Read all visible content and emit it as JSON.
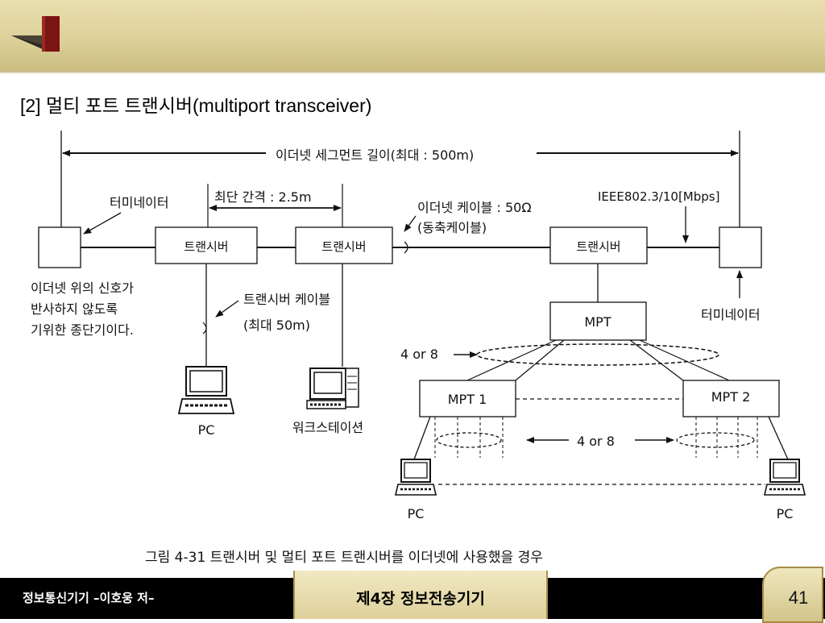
{
  "slide": {
    "title": "[2] 멀티 포트 트랜시버(multiport transceiver)",
    "footer_left": "정보통신기기 –이호웅 저–",
    "chapter": "제4장 정보전송기기",
    "page_number": "41",
    "colors": {
      "header": "#ddd19a",
      "accent": "#7b1414",
      "footer": "#000000"
    }
  },
  "diagram": {
    "segment_length_label": "이더넷 세그먼트 길이(최대 : 500m)",
    "min_spacing_label": "최단 간격 : 2.5m",
    "terminator_left_label": "터미네이터",
    "terminator_right_label": "터미네이터",
    "cable_label_1": "이더넷 케이블 : 50Ω",
    "cable_label_2": "(동축케이블)",
    "ieee_label": "IEEE802.3/10[Mbps]",
    "transceiver_1": "트랜시버",
    "transceiver_2": "트랜시버",
    "transceiver_3": "트랜시버",
    "reflection_note": [
      "이더넷 위의 신호가",
      "반사하지 않도록",
      "기위한 종단기이다."
    ],
    "transceiver_cable_label_1": "트랜시버 케이블",
    "transceiver_cable_label_2": "(최대 50m)",
    "pc_label_1": "PC",
    "workstation_label": "워크스테이션",
    "mpt_top": "MPT",
    "mpt_1": "MPT 1",
    "mpt_2": "MPT 2",
    "fanout_label_1": "4 or 8",
    "fanout_label_2": "4 or 8",
    "pc_label_2": "PC",
    "pc_label_3": "PC",
    "caption": "그림 4-31  트랜시버 및 멀티 포트 트랜시버를 이더넷에 사용했을 경우"
  }
}
